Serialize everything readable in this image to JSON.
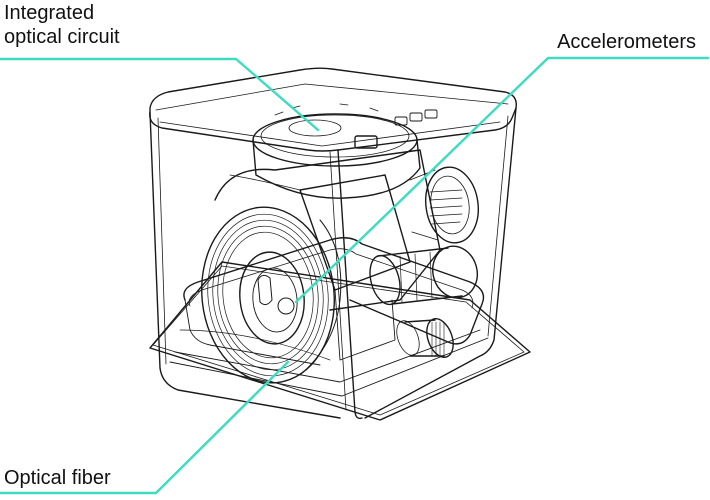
{
  "labels": {
    "integrated_line1": "Integrated",
    "integrated_line2": "optical circuit",
    "accelerometers": "Accelerometers",
    "optical_fiber": "Optical fiber"
  },
  "colors": {
    "leader": "#3ddcc0",
    "drawing": "#1a1a1a",
    "text": "#111111",
    "background": "#ffffff"
  }
}
